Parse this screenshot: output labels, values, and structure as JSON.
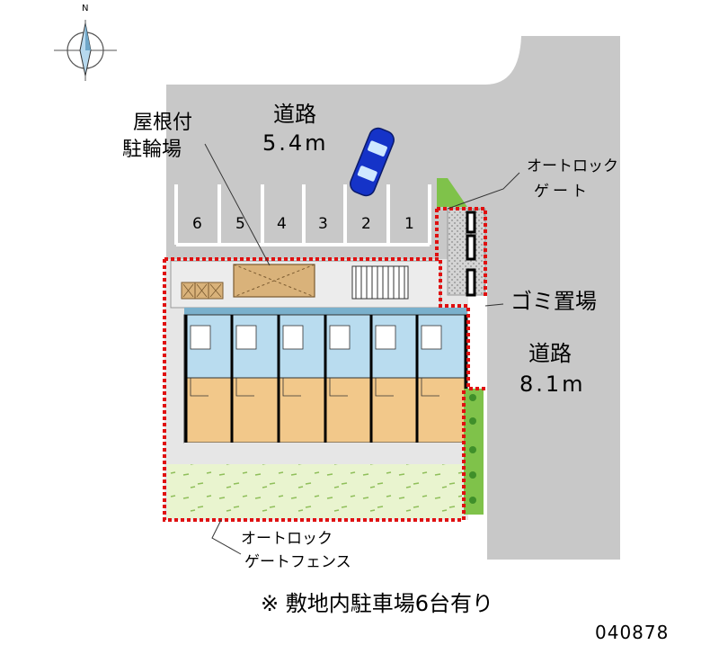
{
  "compass": {
    "north_label": "N"
  },
  "roads": {
    "top": {
      "name": "道路",
      "width": "5.4m"
    },
    "right": {
      "name": "道路",
      "width": "8.1m"
    }
  },
  "bicycle_parking": {
    "line1": "屋根付",
    "line2": "駐輪場"
  },
  "parking_numbers": [
    "6",
    "5",
    "4",
    "3",
    "2",
    "1"
  ],
  "auto_lock_gate": {
    "line1": "オートロック",
    "line2": "ゲート"
  },
  "garbage_area": {
    "label": "ゴミ置場"
  },
  "auto_lock_fence": {
    "line1": "オートロック",
    "line2": "ゲートフェンス"
  },
  "footnote": "※ 敷地内駐車場6台有り",
  "map_code": "040878",
  "colors": {
    "road": "#c8c8c8",
    "unit_blue": "#b9dcef",
    "unit_tan": "#f2c88a",
    "lawn": "#e9f4cf",
    "hedge": "#7fc24a",
    "boundary": "#e01010",
    "car": "#1533c8",
    "shed": "#d9b27a"
  }
}
